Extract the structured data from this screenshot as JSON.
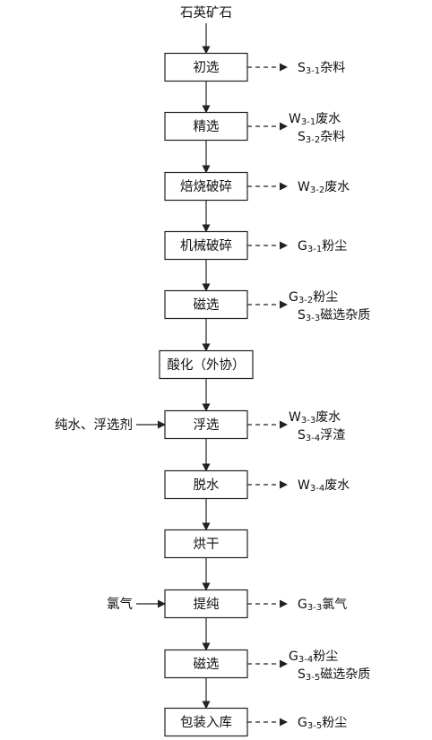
{
  "diagram": {
    "source": "石英矿石",
    "steps": [
      {
        "label": "初选",
        "outputs": [
          {
            "prefix": "S",
            "sub": "3-1",
            "name": "杂料"
          }
        ]
      },
      {
        "label": "精选",
        "outputs": [
          {
            "prefix": "W",
            "sub": "3-1",
            "name": "废水"
          },
          {
            "prefix": "S",
            "sub": "3-2",
            "name": "杂料"
          }
        ]
      },
      {
        "label": "焙烧破碎",
        "outputs": [
          {
            "prefix": "W",
            "sub": "3-2",
            "name": "废水"
          }
        ]
      },
      {
        "label": "机械破碎",
        "outputs": [
          {
            "prefix": "G",
            "sub": "3-1",
            "name": "粉尘"
          }
        ]
      },
      {
        "label": "磁选",
        "outputs": [
          {
            "prefix": "G",
            "sub": "3-2",
            "name": "粉尘"
          },
          {
            "prefix": "S",
            "sub": "3-3",
            "name": "磁选杂质"
          }
        ]
      },
      {
        "label": "酸化（外协）",
        "outputs": []
      },
      {
        "label": "浮选",
        "input": "纯水、浮选剂",
        "outputs": [
          {
            "prefix": "W",
            "sub": "3-3",
            "name": "废水"
          },
          {
            "prefix": "S",
            "sub": "3-4",
            "name": "浮渣"
          }
        ]
      },
      {
        "label": "脱水",
        "outputs": [
          {
            "prefix": "W",
            "sub": "3-4",
            "name": "废水"
          }
        ]
      },
      {
        "label": "烘干",
        "outputs": []
      },
      {
        "label": "提纯",
        "input": "氯气",
        "outputs": [
          {
            "prefix": "G",
            "sub": "3-3",
            "name": "氯气"
          }
        ]
      },
      {
        "label": "磁选",
        "outputs": [
          {
            "prefix": "G",
            "sub": "3-4",
            "name": "粉尘"
          },
          {
            "prefix": "S",
            "sub": "3-5",
            "name": "磁选杂质"
          }
        ]
      },
      {
        "label": "包装入库",
        "outputs": [
          {
            "prefix": "G",
            "sub": "3-5",
            "name": "粉尘"
          }
        ]
      }
    ]
  }
}
